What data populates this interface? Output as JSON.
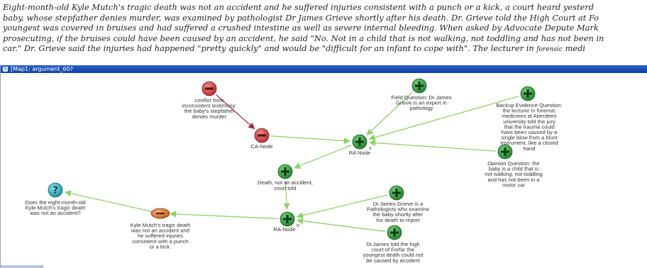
{
  "article": {
    "lines": [
      "Eight-month-old Kyle Mutch's tragic death was not an accident and he suffered injuries consistent with a punch or a kick, a court heard yesterd",
      "baby, whose stepfather denies murder, was examined by pathologist Dr James Grieve shortly after his death. Dr. Grieve told the High Court at Fo",
      "youngest was covered in bruises and had suffered a crushed intestine as well as severe internal bleeding. When asked by Advocate Depute Mark",
      "prosecuting, if the bruises could have been caused by an accident, he said \"No. Not in a child that is not walking, not toddling and has not been in",
      "car.\" Dr. Grieve said the injuries had happened \"pretty quickly\" and would be \"difficult for an infant to cope with\". The lecturer in"
    ],
    "last_line_small": "forensic",
    "last_line_tail": "medi"
  },
  "window": {
    "title": "[Map1: argument_60?"
  },
  "colors": {
    "con": "#d04848",
    "pro": "#2f9c3a",
    "question": "#2aa7b2",
    "claim": "#e07a30",
    "arrow_green": "#8ed06a",
    "arrow_red": "#9b2a3a"
  },
  "nodes": [
    {
      "id": "conflict",
      "type": "con",
      "icon": "minus-icon",
      "label": [
        "conflict from",
        "inconsistent testimony:",
        "the baby's stepfather",
        "denies murder"
      ]
    },
    {
      "id": "ca",
      "type": "con",
      "icon": "minus-icon",
      "label": [
        "CA-Node"
      ]
    },
    {
      "id": "not-accident",
      "type": "pro",
      "icon": "plus-icon",
      "label": [
        "Death, not an accident,",
        "court told"
      ]
    },
    {
      "id": "ra2",
      "type": "pro",
      "icon": "plus-icon",
      "label": [
        "RA-Node"
      ],
      "mark": "o"
    },
    {
      "id": "ra1",
      "type": "pro",
      "icon": "plus-icon",
      "label": [
        "RA Node"
      ],
      "mark": "x"
    },
    {
      "id": "field",
      "type": "pro",
      "icon": "plus-icon",
      "label": [
        "Field Question: Dr.James",
        "Grieve is an expert in",
        "pathology"
      ]
    },
    {
      "id": "backup",
      "type": "pro",
      "icon": "plus-icon",
      "label": [
        "Backup Evidence Question:",
        "the lecturer in forensic",
        "medicines at Aberdeen",
        "university told the jury",
        "that the trauma could",
        "have been caused by a",
        "single blow from a blunt",
        "instrument, like a closed",
        "hand"
      ]
    },
    {
      "id": "opinion",
      "type": "pro",
      "icon": "plus-icon",
      "label": [
        "Opinion Question: the",
        "baby is a child that is",
        "not walking, not toddling",
        "and has not been in a",
        "motor car"
      ]
    },
    {
      "id": "pathologist",
      "type": "pro",
      "icon": "plus-icon",
      "label": [
        "Dr.James Grieve is a",
        "Pathologists who examine",
        "the baby shortly after",
        "his death to report"
      ]
    },
    {
      "id": "told-court",
      "type": "pro",
      "icon": "plus-icon",
      "label": [
        "Dr.James told the high",
        "court of Forfar the",
        "youngest death could not",
        "be caused by accident"
      ]
    },
    {
      "id": "claim",
      "type": "claim",
      "icon": "claim-icon",
      "label": [
        "Kyle Mutch's tragic death",
        "was not an accident and",
        "he suffered injuries",
        "consistent with a punch",
        "or a kick."
      ]
    },
    {
      "id": "question",
      "type": "question",
      "icon": "question-icon",
      "glyph": "?",
      "label": [
        "Does the eight-month-old",
        "Kyle Mutch's tragic death",
        "was not an accident?"
      ]
    }
  ],
  "edges": [
    {
      "from": "conflict",
      "to": "ca",
      "kind": "con"
    },
    {
      "from": "ca",
      "to": "ra1",
      "kind": "pro"
    },
    {
      "from": "field",
      "to": "ra1",
      "kind": "pro"
    },
    {
      "from": "backup",
      "to": "ra1",
      "kind": "pro"
    },
    {
      "from": "opinion",
      "to": "ra1",
      "kind": "pro"
    },
    {
      "from": "ra1",
      "to": "not-accident",
      "kind": "pro"
    },
    {
      "from": "not-accident",
      "to": "ra2",
      "kind": "pro"
    },
    {
      "from": "pathologist",
      "to": "ra2",
      "kind": "pro"
    },
    {
      "from": "told-court",
      "to": "ra2",
      "kind": "pro"
    },
    {
      "from": "ra2",
      "to": "claim",
      "kind": "pro"
    },
    {
      "from": "claim",
      "to": "question",
      "kind": "pro"
    }
  ]
}
